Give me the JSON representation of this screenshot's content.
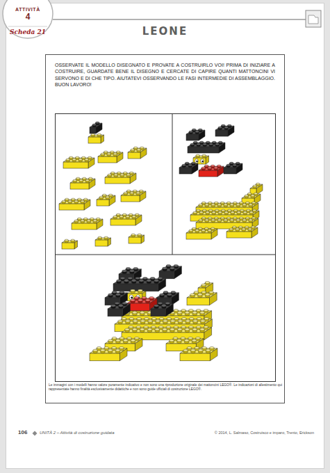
{
  "diagram": {
    "title": "LEONE",
    "nodes": [
      {
        "text": [
          "ATTIVITÀ",
          "4",
          "Scheda 21"
        ]
      },
      {
        "text": [
          "OSSERVATE IL MODELLO DISEGNATO E PROVATE A COSTRUIRLO VOI! PRIMA DI INIZIARE A COSTRUIRE, GUARDATE BENE IL DISEGNO E CERCATE DI CAPIRE QUANTI MATTONCINI VI SERVONO E DI CHE TIPO. AIUTATEVI OSSERVANDO LE FASI INTERMEDIE DI ASSEMBLAGGIO. BUON LAVORO!"
        ]
      }
    ],
    "labels": [
      "Le immagini con i modelli hanno valore puramente indicativo e non sono una riproduzione originale dei mattoncini LEGO®. Le indicazioni di allestimento qui rappresentate hanno finalità esclusivamente didattiche e non sono guide ufficiali di costruzione LEGO®.",
      "106",
      "UNITÀ 2 – Attività di costruzione guidata",
      "© 2014, L. Salmaso, Costruisco e imparo, Trento, Erickson"
    ]
  }
}
